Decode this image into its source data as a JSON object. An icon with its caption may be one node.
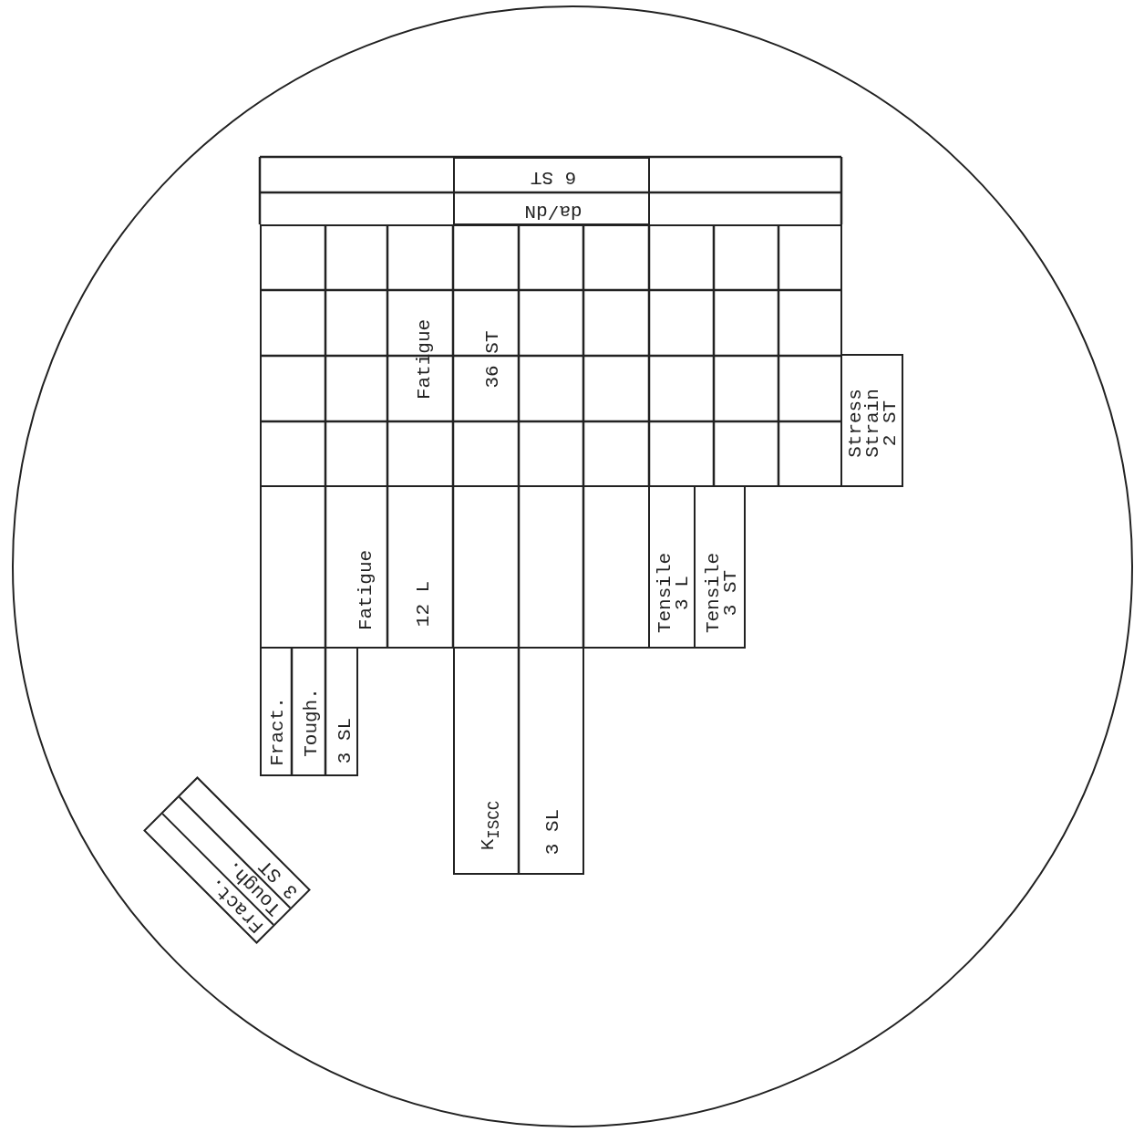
{
  "diagram": {
    "nodes": [
      {
        "text": [
          "6 ST",
          "da/dN"
        ]
      },
      {
        "text": [
          "Fatigue",
          "36 ST"
        ]
      },
      {
        "text": [
          "Stress Strain 2 ST"
        ]
      },
      {
        "text": [
          "Fatigue",
          "12 L"
        ]
      },
      {
        "text": [
          "Tensile 3 L"
        ]
      },
      {
        "text": [
          "Tensile 3 ST"
        ]
      },
      {
        "text": [
          "Fract.",
          "Tough.",
          "3 SL"
        ]
      },
      {
        "text": [
          "K$_{ISCC}$",
          "3 SL"
        ]
      },
      {
        "text": [
          "Fract.",
          "Tough.",
          "3 ST"
        ]
      }
    ]
  }
}
